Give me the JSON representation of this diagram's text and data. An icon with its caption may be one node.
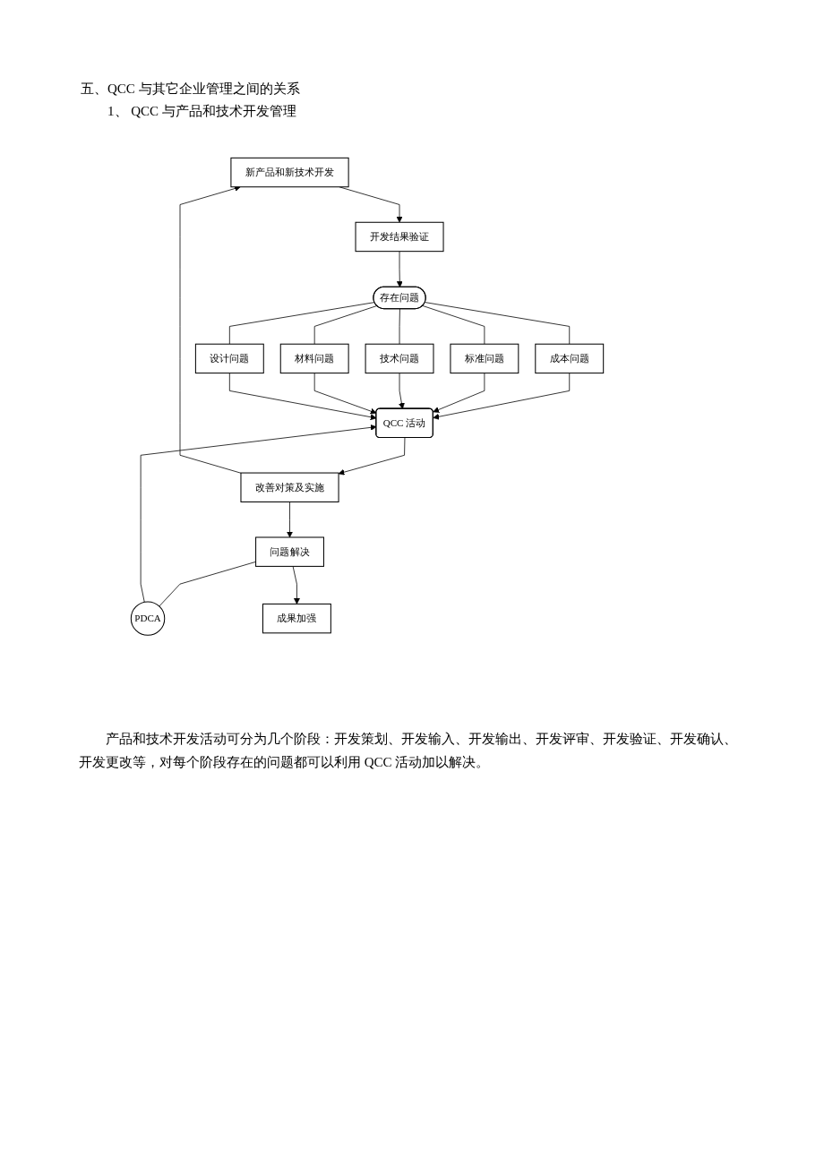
{
  "diagram": {
    "title": "五、QCC 与其它企业管理之间的关系",
    "caption": "产品和技术开发活动可分为几个阶段：开发策划、开发输入、开发输出、开发评审、开发验证、开发确认、开发更改等，对每个阶段存在的问题都可以利用 QCC 活动加以解决。",
    "nodes": [
      {
        "text": [
          "新产品和新技术开发"
        ]
      },
      {
        "text": [
          "开发结果验证"
        ]
      },
      {
        "text": [
          "存在问题"
        ]
      },
      {
        "text": [
          "设计问题"
        ]
      },
      {
        "text": [
          "材料问题"
        ]
      },
      {
        "text": [
          "技术问题"
        ]
      },
      {
        "text": [
          "标准问题"
        ]
      },
      {
        "text": [
          "成本问题"
        ]
      },
      {
        "text": [
          "QCC 活动"
        ]
      },
      {
        "text": [
          "PDCA"
        ]
      },
      {
        "text": [
          "改善对策及实施"
        ]
      },
      {
        "text": [
          "问题解决"
        ]
      },
      {
        "text": [
          "成果加强"
        ]
      }
    ],
    "edges": [
      {
        "from": 0,
        "to": 1,
        "arrow": "to"
      },
      {
        "from": 1,
        "to": 2,
        "arrow": "to"
      },
      {
        "from": 2,
        "to": 7,
        "arrow": "none"
      },
      {
        "from": 2,
        "to": 6,
        "arrow": "none"
      },
      {
        "from": 2,
        "to": 5,
        "arrow": "none"
      },
      {
        "from": 2,
        "to": 4,
        "arrow": "none"
      },
      {
        "from": 2,
        "to": 3,
        "arrow": "none"
      },
      {
        "from": 7,
        "to": 8,
        "arrow": "to"
      },
      {
        "from": 6,
        "to": 8,
        "arrow": "to"
      },
      {
        "from": 5,
        "to": 8,
        "arrow": "to"
      },
      {
        "from": 4,
        "to": 8,
        "arrow": "to"
      },
      {
        "from": 3,
        "to": 8,
        "arrow": "to"
      },
      {
        "from": 9,
        "to": 8,
        "arrow": "to"
      },
      {
        "from": 8,
        "to": 10,
        "arrow": "to"
      },
      {
        "from": 10,
        "to": 0,
        "arrow": "to"
      },
      {
        "from": 10,
        "to": 11,
        "arrow": "to"
      },
      {
        "from": 11,
        "to": 9,
        "arrow": "none"
      },
      {
        "from": 11,
        "to": 12,
        "arrow": "to"
      }
    ],
    "labels": [
      "1、 QCC 与产品和技术开发管理"
    ]
  }
}
